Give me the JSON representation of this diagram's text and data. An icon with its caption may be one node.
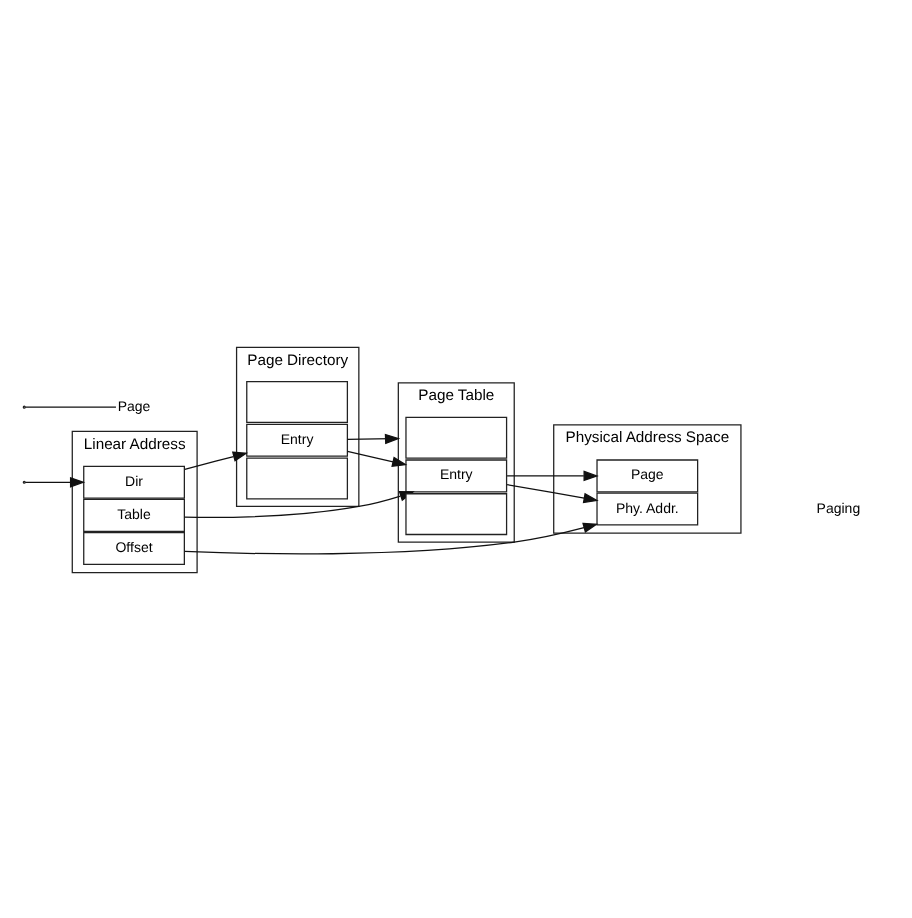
{
  "diagram": {
    "nodes": [
      {
        "text": [
          "Linear Address"
        ]
      },
      {
        "text": [
          "Dir"
        ],
        "in": 0
      },
      {
        "text": [
          "Table"
        ],
        "in": 0
      },
      {
        "text": [
          "Offset"
        ],
        "in": 0
      },
      {
        "text": [
          "Page Directory"
        ]
      },
      {
        "text": [],
        "shape": "box",
        "in": 4
      },
      {
        "text": [
          "Entry"
        ],
        "in": 4
      },
      {
        "text": [],
        "shape": "box",
        "in": 4
      },
      {
        "text": [
          "Page Table"
        ]
      },
      {
        "text": [],
        "shape": "box",
        "in": 8
      },
      {
        "text": [
          "Entry"
        ],
        "in": 8
      },
      {
        "text": [],
        "shape": "box",
        "in": 8
      },
      {
        "text": [
          "Physical Address Space"
        ]
      },
      {
        "text": [
          "Page"
        ],
        "in": 12
      },
      {
        "text": [
          "Phy. Addr."
        ],
        "in": 12
      },
      {
        "text": [
          "Page"
        ]
      }
    ],
    "edges": [
      {
        "from": null,
        "to": 1,
        "arrow": "to"
      },
      {
        "from": 1,
        "to": 6,
        "arrow": "to"
      },
      {
        "from": 6,
        "to": 8,
        "arrow": "to"
      },
      {
        "from": 6,
        "to": 10,
        "arrow": "to"
      },
      {
        "from": 2,
        "to": 10,
        "arrow": "to"
      },
      {
        "from": 10,
        "to": 13,
        "arrow": "to"
      },
      {
        "from": 10,
        "to": 14,
        "arrow": "to"
      },
      {
        "from": 3,
        "to": 14,
        "arrow": "to"
      },
      {
        "from": null,
        "to": 15,
        "arrow": "none"
      }
    ],
    "labels": [
      "Paging"
    ]
  }
}
